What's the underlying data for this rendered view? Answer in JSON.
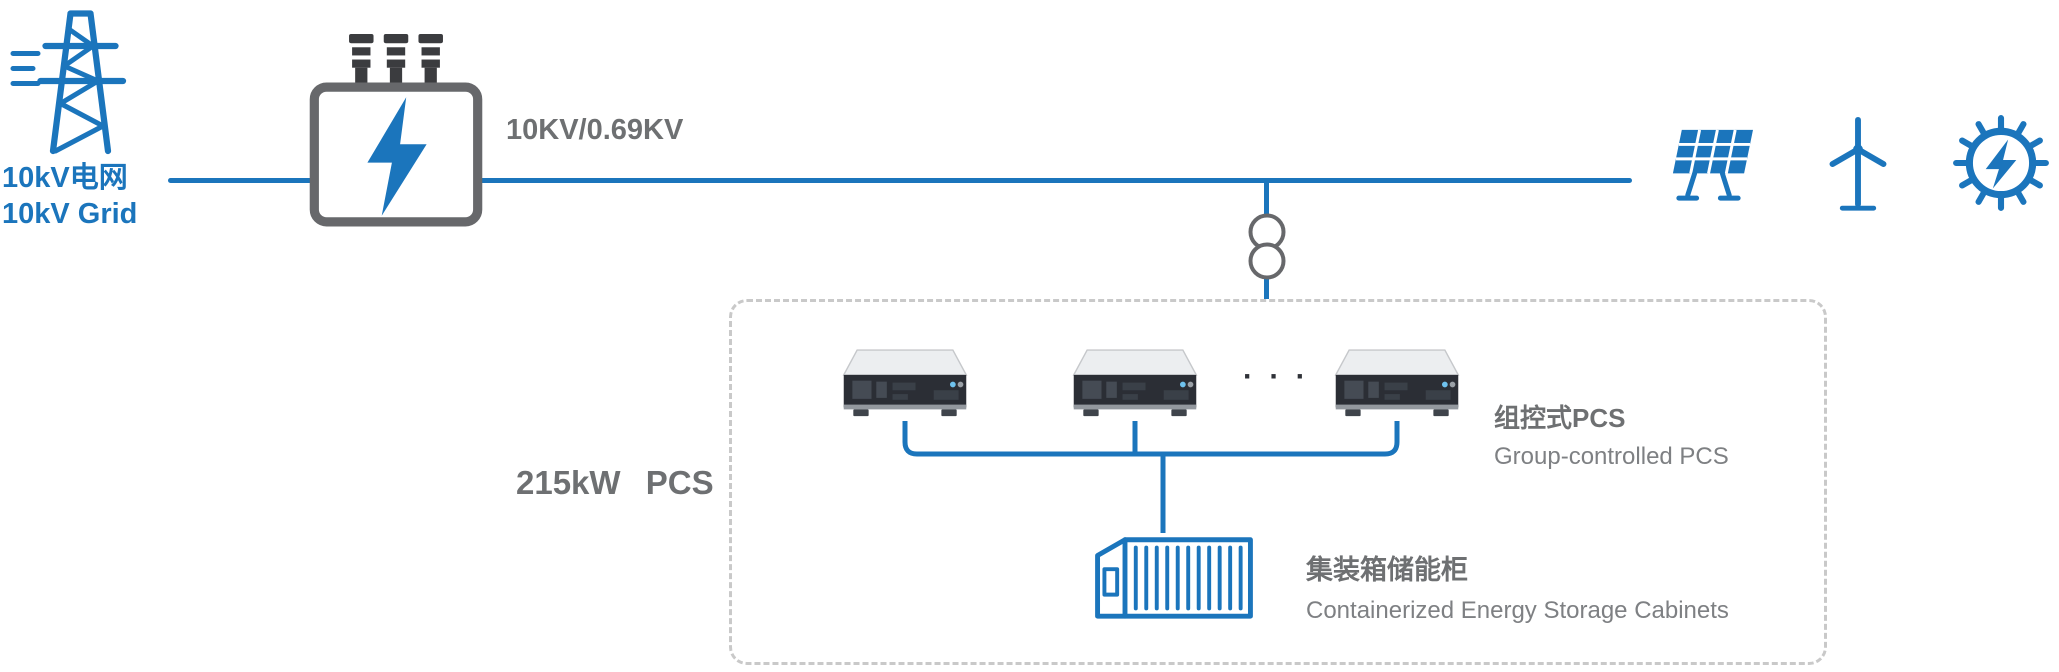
{
  "colors": {
    "blue": "#1b75bc",
    "gray": "#6e7072",
    "gray-light": "#7e8083",
    "dark": "#2b2e35",
    "dash": "#c9c9c9",
    "tgray": "#67686b"
  },
  "grid": {
    "label_zh": "10kV电网",
    "label_en": "10kV Grid"
  },
  "transformer": {
    "voltage_label": "10KV/0.69KV"
  },
  "pcs_group": {
    "power_label": "215kW PCS",
    "ellipsis": "· · ·",
    "label_zh": "组控式PCS",
    "label_en": "Group-controlled PCS",
    "unit_count": 3
  },
  "storage": {
    "label_zh": "集装箱储能柜",
    "label_en": "Containerized Energy Storage Cabinets"
  }
}
